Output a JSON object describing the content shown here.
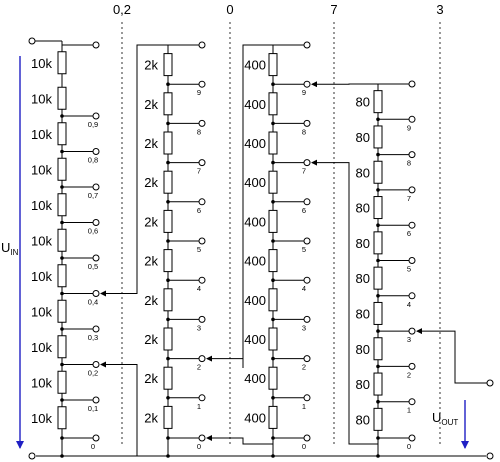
{
  "digits": [
    "0,2",
    "0",
    "7",
    "3"
  ],
  "stages": [
    {
      "label": "10k",
      "count": 11,
      "taps": [
        "0,9",
        "0,8",
        "0,7",
        "0,6",
        "0,5",
        "0,4",
        "0,3",
        "0,2",
        "0,1",
        "0"
      ]
    },
    {
      "label": "2k",
      "count": 10,
      "taps": [
        "9",
        "8",
        "7",
        "6",
        "5",
        "4",
        "3",
        "2",
        "1",
        "0"
      ]
    },
    {
      "label": "400",
      "count": 10,
      "taps": [
        "9",
        "8",
        "7",
        "6",
        "5",
        "4",
        "3",
        "2",
        "1",
        "0"
      ]
    },
    {
      "label": "80",
      "count": 10,
      "taps": [
        "9",
        "8",
        "7",
        "6",
        "5",
        "4",
        "3",
        "2",
        "1",
        "0"
      ]
    }
  ],
  "labels": {
    "uin_main": "U",
    "uin_sub": "IN",
    "uout_main": "U",
    "uout_sub": "OUT"
  },
  "colors": {
    "wire": "#000000",
    "arrow": "#1f1fc4"
  }
}
